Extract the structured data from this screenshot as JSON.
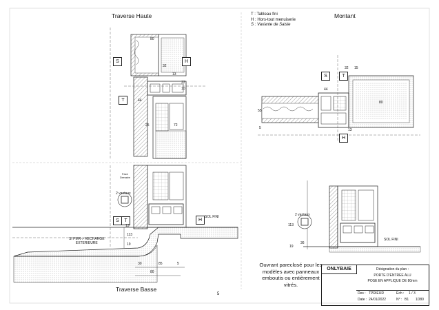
{
  "titles": {
    "top_left": "Traverse Haute",
    "top_right": "Montant",
    "bottom_left": "Traverse Basse"
  },
  "legend": [
    {
      "text": "T : Tableau fini",
      "italic": false
    },
    {
      "text": "H : Hors-tout menuiserie",
      "italic": false
    },
    {
      "text": "S : Variante de Saisie",
      "italic": true
    }
  ],
  "markers": {
    "S": "S",
    "H": "H",
    "T": "T"
  },
  "labels": {
    "face_dressee": "Face\nDressée",
    "vantaux_2": "2 vantaux",
    "sol_fini": "SOL FINI",
    "pmr": "SI PMR-> RECHARGE\nEXTERIEURE"
  },
  "dimensions": {
    "top": [
      "80",
      "32",
      "13",
      "22",
      "10",
      "44",
      "72",
      "25"
    ],
    "bottom": [
      "30",
      "85",
      "5",
      "80",
      "13",
      "113",
      "19"
    ],
    "right": [
      "32",
      "15",
      "44",
      "55",
      "80",
      "5",
      "13",
      "113",
      "36",
      "19"
    ]
  },
  "note": "Ouvrant pareclosé pour les modèles avec panneaux emboutis ou entièrement vitrés.",
  "title_block": {
    "brand": "ONLYBAIE",
    "designation_label": "Désignation du plan :",
    "line1": "PORTE D'ENTREE ALU",
    "line2": "POSE EN APPLIQUE DE 80mm",
    "des_label": "Des :",
    "des": "TPRIEUR",
    "ech_label": "Ech :",
    "ech": "1 / 3",
    "date_label": "Date :",
    "date": "24/01/2022",
    "no_label": "N° :",
    "no": "B1",
    "ref": "1D80"
  },
  "page_number": "5"
}
